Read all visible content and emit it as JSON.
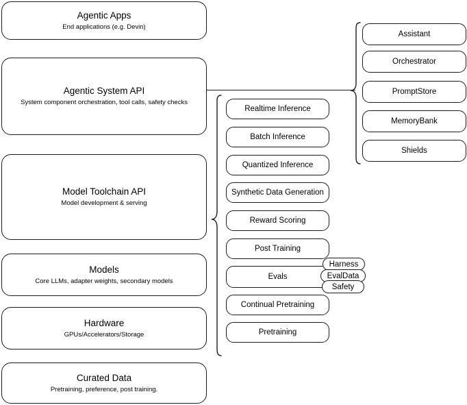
{
  "diagram": {
    "title": "AI stack layered architecture diagram",
    "background_color": "#ffffff",
    "stroke_color": "#1a1a1a",
    "layers": [
      {
        "title": "Agentic Apps",
        "subtitle": "End applications (e.g. Devin)"
      },
      {
        "title": "Agentic System API",
        "subtitle": "System component orchestration, tool calls, safety checks"
      },
      {
        "title": "Model Toolchain API",
        "subtitle": "Model development & serving"
      },
      {
        "title": "Models",
        "subtitle": "Core LLMs, adapter weights, secondary models"
      },
      {
        "title": "Hardware",
        "subtitle": "GPUs/Accelerators/Storage"
      },
      {
        "title": "Curated Data",
        "subtitle": "Pretraining, preference, post training."
      }
    ],
    "toolchain_items": [
      {
        "label": "Realtime Inference"
      },
      {
        "label": "Batch Inference"
      },
      {
        "label": "Quantized Inference"
      },
      {
        "label": "Synthetic Data Generation"
      },
      {
        "label": "Reward Scoring"
      },
      {
        "label": "Post Training"
      },
      {
        "label": "Evals"
      },
      {
        "label": "Continual Pretraining"
      },
      {
        "label": "Pretraining"
      }
    ],
    "eval_badges": [
      {
        "label": "Harness"
      },
      {
        "label": "EvalData"
      },
      {
        "label": "Safety"
      }
    ],
    "system_items": [
      {
        "label": "Assistant"
      },
      {
        "label": "Orchestrator"
      },
      {
        "label": "PromptStore"
      },
      {
        "label": "MemoryBank"
      },
      {
        "label": "Shields"
      }
    ]
  }
}
